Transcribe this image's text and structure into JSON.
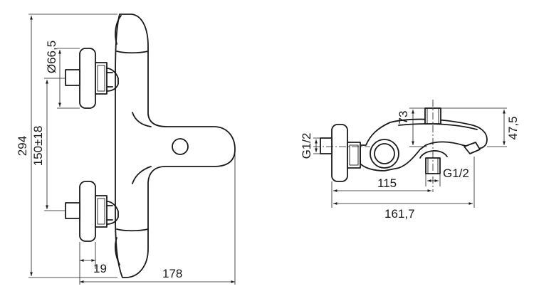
{
  "front_view": {
    "dimensions": {
      "overall_height": "294",
      "inlet_spacing": "150±18",
      "handle_diameter": "Ø66,5",
      "inlet_depth": "19",
      "overall_width": "178"
    }
  },
  "side_view": {
    "dimensions": {
      "inlet_thread_left": "G1/2",
      "outlet_thread": "G1/2",
      "upper_height": "73",
      "spout_height": "47,5",
      "depth_to_outlet": "115",
      "overall_depth": "161,7"
    }
  }
}
